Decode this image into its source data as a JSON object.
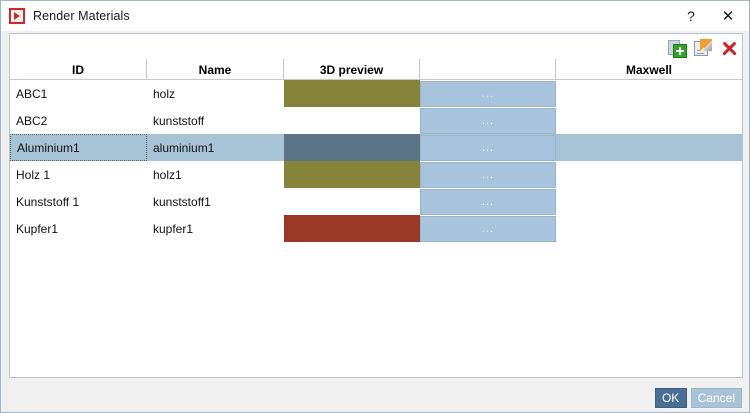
{
  "window": {
    "title": "Render Materials",
    "icon": "render-materials-icon",
    "help_label": "?",
    "close_label": "✕"
  },
  "toolbar": {
    "items": [
      {
        "name": "add-material-icon",
        "label": ""
      },
      {
        "name": "edit-material-icon",
        "label": ""
      },
      {
        "name": "delete-material-icon",
        "label": ""
      }
    ]
  },
  "table": {
    "columns": [
      {
        "key": "id",
        "label": "ID"
      },
      {
        "key": "name",
        "label": "Name"
      },
      {
        "key": "preview",
        "label": "3D preview"
      },
      {
        "key": "blank",
        "label": ""
      },
      {
        "key": "maxwell",
        "label": "Maxwell"
      }
    ],
    "rows": [
      {
        "id": "ABC1",
        "name": "holz",
        "preview_color": "#86843a",
        "has_preview": true,
        "maxwell_label": "...",
        "selected": false
      },
      {
        "id": "ABC2",
        "name": "kunststoff",
        "preview_color": "#ffffff",
        "has_preview": false,
        "maxwell_label": "...",
        "selected": false
      },
      {
        "id": "Aluminium1",
        "name": "aluminium1",
        "preview_color": "#5d7486",
        "has_preview": true,
        "maxwell_label": "...",
        "selected": true
      },
      {
        "id": "Holz 1",
        "name": "holz1",
        "preview_color": "#86843a",
        "has_preview": true,
        "maxwell_label": "...",
        "selected": false
      },
      {
        "id": "Kunststoff 1",
        "name": "kunststoff1",
        "preview_color": "#ffffff",
        "has_preview": false,
        "maxwell_label": "...",
        "selected": false
      },
      {
        "id": "Kupfer1",
        "name": "kupfer1",
        "preview_color": "#9a3a26",
        "has_preview": true,
        "maxwell_label": "...",
        "selected": false
      }
    ]
  },
  "footer": {
    "ok_label": "OK",
    "cancel_label": "Cancel"
  },
  "colors": {
    "selection": "#a9c3d6",
    "button_blue": "#a7c4dc",
    "ok_blue": "#4a6f94",
    "accent_red": "#cf2027"
  }
}
